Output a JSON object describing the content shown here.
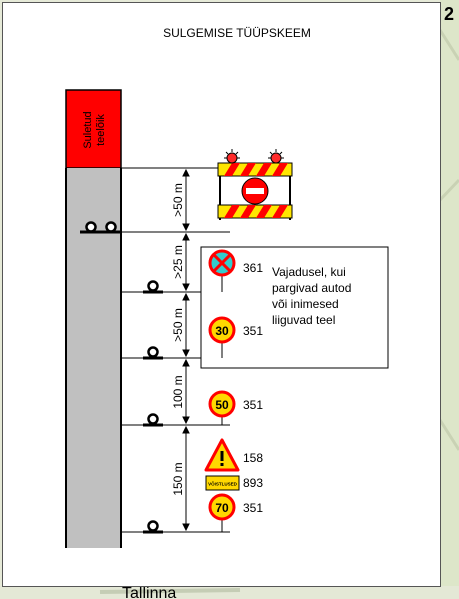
{
  "title": "SULGEMISE TÜÜPSKEEM",
  "closed_works": {
    "line1": "Suletud",
    "line2": "teelõik"
  },
  "distances": [
    {
      "label": ">50 m"
    },
    {
      "label": ">25 m"
    },
    {
      "label": ">50 m"
    },
    {
      "label": "100 m"
    },
    {
      "label": "150 m"
    }
  ],
  "signs": [
    {
      "code": "361",
      "icon": "no-stopping-sign-icon"
    },
    {
      "code": "351",
      "speed": "30"
    },
    {
      "code": "351",
      "speed": "50"
    },
    {
      "code": "158",
      "icon": "danger-warning-sign-icon"
    },
    {
      "code": "893",
      "plate": "VÕISTLUSED"
    },
    {
      "code": "351",
      "speed": "70"
    }
  ],
  "note": {
    "line1": "Vajadusel, kui",
    "line2": "pargivad autod",
    "line3": "või inimesed",
    "line4": "liiguvad teel"
  },
  "map_fragment": {
    "bottom_label": "Tallinna",
    "corner_label": "2"
  },
  "colors": {
    "closed_area": "#ff0000",
    "road": "#c0c0c0",
    "barrier_red": "#ff0000",
    "barrier_yellow": "#ffe600",
    "sign_blue": "#33cccc",
    "sign_yellow": "#ffd800"
  }
}
